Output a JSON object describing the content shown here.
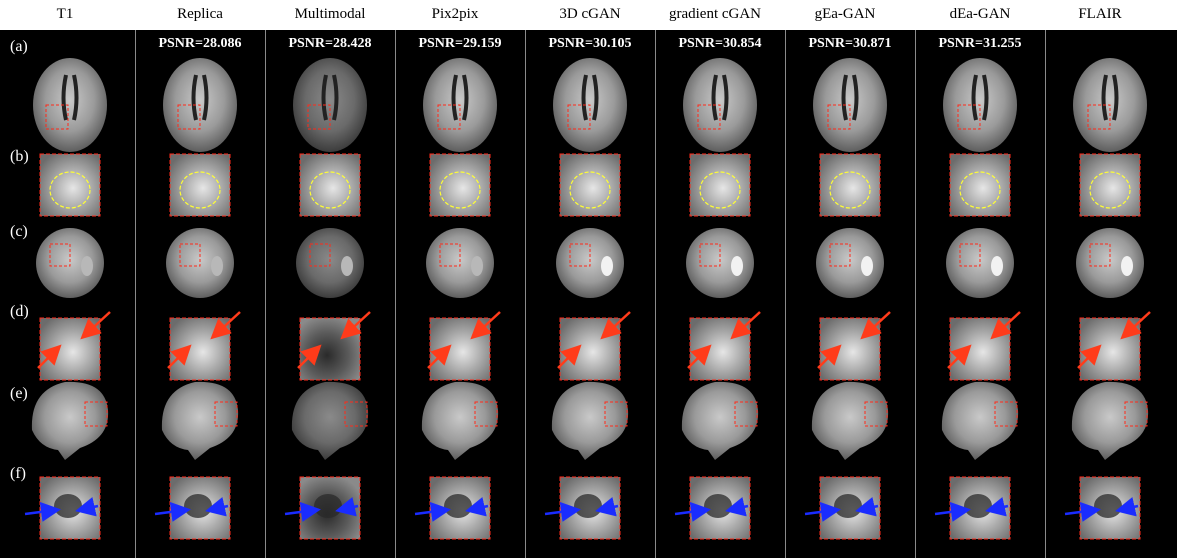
{
  "columns": [
    "T1",
    "Replica",
    "Multimodal",
    "Pix2pix",
    "3D cGAN",
    "gradient cGAN",
    "gEa-GAN",
    "dEa-GAN",
    "FLAIR"
  ],
  "psnr": [
    "",
    "PSNR=28.086",
    "PSNR=28.428",
    "PSNR=29.159",
    "PSNR=30.105",
    "PSNR=30.854",
    "PSNR=30.871",
    "PSNR=31.255",
    ""
  ],
  "row_labels": [
    "(a)",
    "(b)",
    "(c)",
    "(d)",
    "(e)",
    "(f)"
  ],
  "colors": {
    "box": "#ff2a1a",
    "circle": "#ffff33",
    "red_arrow": "#ff3b1a",
    "blue_arrow": "#1a2cff"
  }
}
